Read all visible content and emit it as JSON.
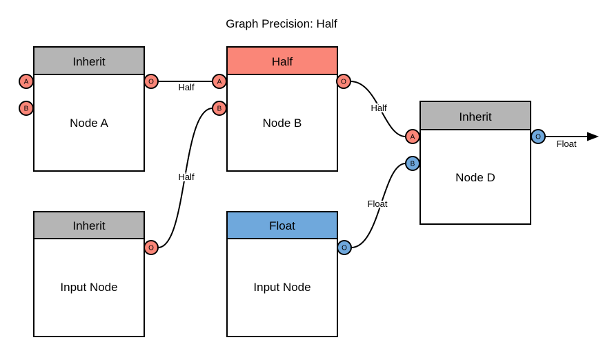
{
  "title": "Graph Precision: Half",
  "colors": {
    "salmon": "#FA8678",
    "blue": "#6FA8DC",
    "gray": "#B5B5B5",
    "stroke": "#000000",
    "background": "#FFFFFF"
  },
  "nodes": [
    {
      "name": "node-a",
      "header": "Inherit",
      "header_color": "#B5B5B5",
      "label": "Node A",
      "ports": [
        {
          "letter": "A",
          "color": "#FA8678",
          "side": "left"
        },
        {
          "letter": "B",
          "color": "#FA8678",
          "side": "left"
        },
        {
          "letter": "O",
          "color": "#FA8678",
          "side": "right"
        }
      ]
    },
    {
      "name": "node-b",
      "header": "Half",
      "header_color": "#FA8678",
      "label": "Node B",
      "ports": [
        {
          "letter": "A",
          "color": "#FA8678",
          "side": "left"
        },
        {
          "letter": "B",
          "color": "#FA8678",
          "side": "left"
        },
        {
          "letter": "O",
          "color": "#FA8678",
          "side": "right"
        }
      ]
    },
    {
      "name": "node-d",
      "header": "Inherit",
      "header_color": "#B5B5B5",
      "label": "Node D",
      "ports": [
        {
          "letter": "A",
          "color": "#FA8678",
          "side": "left"
        },
        {
          "letter": "B",
          "color": "#6FA8DC",
          "side": "left"
        },
        {
          "letter": "O",
          "color": "#6FA8DC",
          "side": "right"
        }
      ]
    },
    {
      "name": "input-node-left",
      "header": "Inherit",
      "header_color": "#B5B5B5",
      "label": "Input Node",
      "ports": [
        {
          "letter": "O",
          "color": "#FA8678",
          "side": "right"
        }
      ]
    },
    {
      "name": "input-node-middle",
      "header": "Float",
      "header_color": "#6FA8DC",
      "label": "Input Node",
      "ports": [
        {
          "letter": "O",
          "color": "#6FA8DC",
          "side": "right"
        }
      ]
    }
  ],
  "edges": [
    {
      "label": "Half",
      "from": "node-a.O",
      "to": "node-b.A"
    },
    {
      "label": "Half",
      "from": "input-node-left.O",
      "to": "node-b.B"
    },
    {
      "label": "Half",
      "from": "node-b.O",
      "to": "node-d.A"
    },
    {
      "label": "Float",
      "from": "input-node-middle.O",
      "to": "node-d.B"
    },
    {
      "label": "Float",
      "from": "node-d.O",
      "to": "output-arrow"
    }
  ]
}
